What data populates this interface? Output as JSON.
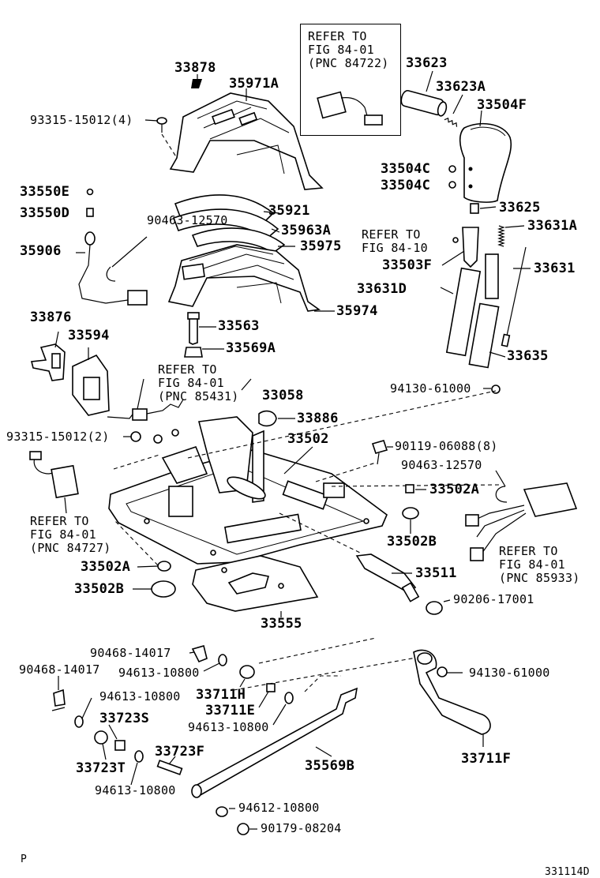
{
  "diagram": {
    "labels": {
      "p33878": "33878",
      "p35971A": "35971A",
      "p33623": "33623",
      "p33623A": "33623A",
      "p33504F": "33504F",
      "p93315_4": "93315-15012(4)",
      "p33504C_1": "33504C",
      "p33504C_2": "33504C",
      "p33550E": "33550E",
      "p33550D": "33550D",
      "p35921": "35921",
      "p33625": "33625",
      "p35963A": "35963A",
      "p33631A": "33631A",
      "p90463_a": "90463-12570",
      "p35975": "35975",
      "p35906": "35906",
      "p33503F": "33503F",
      "p33631": "33631",
      "p33631D": "33631D",
      "p35974": "35974",
      "p33876": "33876",
      "p33594": "33594",
      "p33563": "33563",
      "p33569A": "33569A",
      "p33635": "33635",
      "p94130_a": "94130-61000",
      "p33058": "33058",
      "p33886": "33886",
      "p93315_2": "93315-15012(2)",
      "p33502": "33502",
      "p90119": "90119-06088(8)",
      "p90463_b": "90463-12570",
      "p33502A_r": "33502A",
      "p33502B_r": "33502B",
      "p33502A_l": "33502A",
      "p33511": "33511",
      "p33502B_l": "33502B",
      "p90206": "90206-17001",
      "p33555": "33555",
      "p90468_a": "90468-14017",
      "p94613_a": "94613-10800",
      "p90468_b": "90468-14017",
      "p94130_b": "94130-61000",
      "p33711H": "33711H",
      "p94613_b": "94613-10800",
      "p33711E": "33711E",
      "p33723S": "33723S",
      "p94613_c": "94613-10800",
      "p33723F": "33723F",
      "p33723T": "33723T",
      "p35569B": "35569B",
      "p33711F": "33711F",
      "p94613_d": "94613-10800",
      "p94612": "94612-10800",
      "p90179": "90179-08204"
    },
    "refs": {
      "r1": [
        "REFER TO",
        "FIG 84-01",
        "(PNC 84722)"
      ],
      "r2": [
        "REFER TO",
        "FIG 84-10"
      ],
      "r3": [
        "REFER TO",
        "FIG 84-01",
        "(PNC 85431)"
      ],
      "r4": [
        "REFER TO",
        "FIG 84-01",
        "(PNC 84727)"
      ],
      "r5": [
        "REFER TO",
        "FIG 84-01",
        "(PNC 85933)"
      ]
    },
    "corner_mark": "P",
    "figure_code": "331114D"
  }
}
